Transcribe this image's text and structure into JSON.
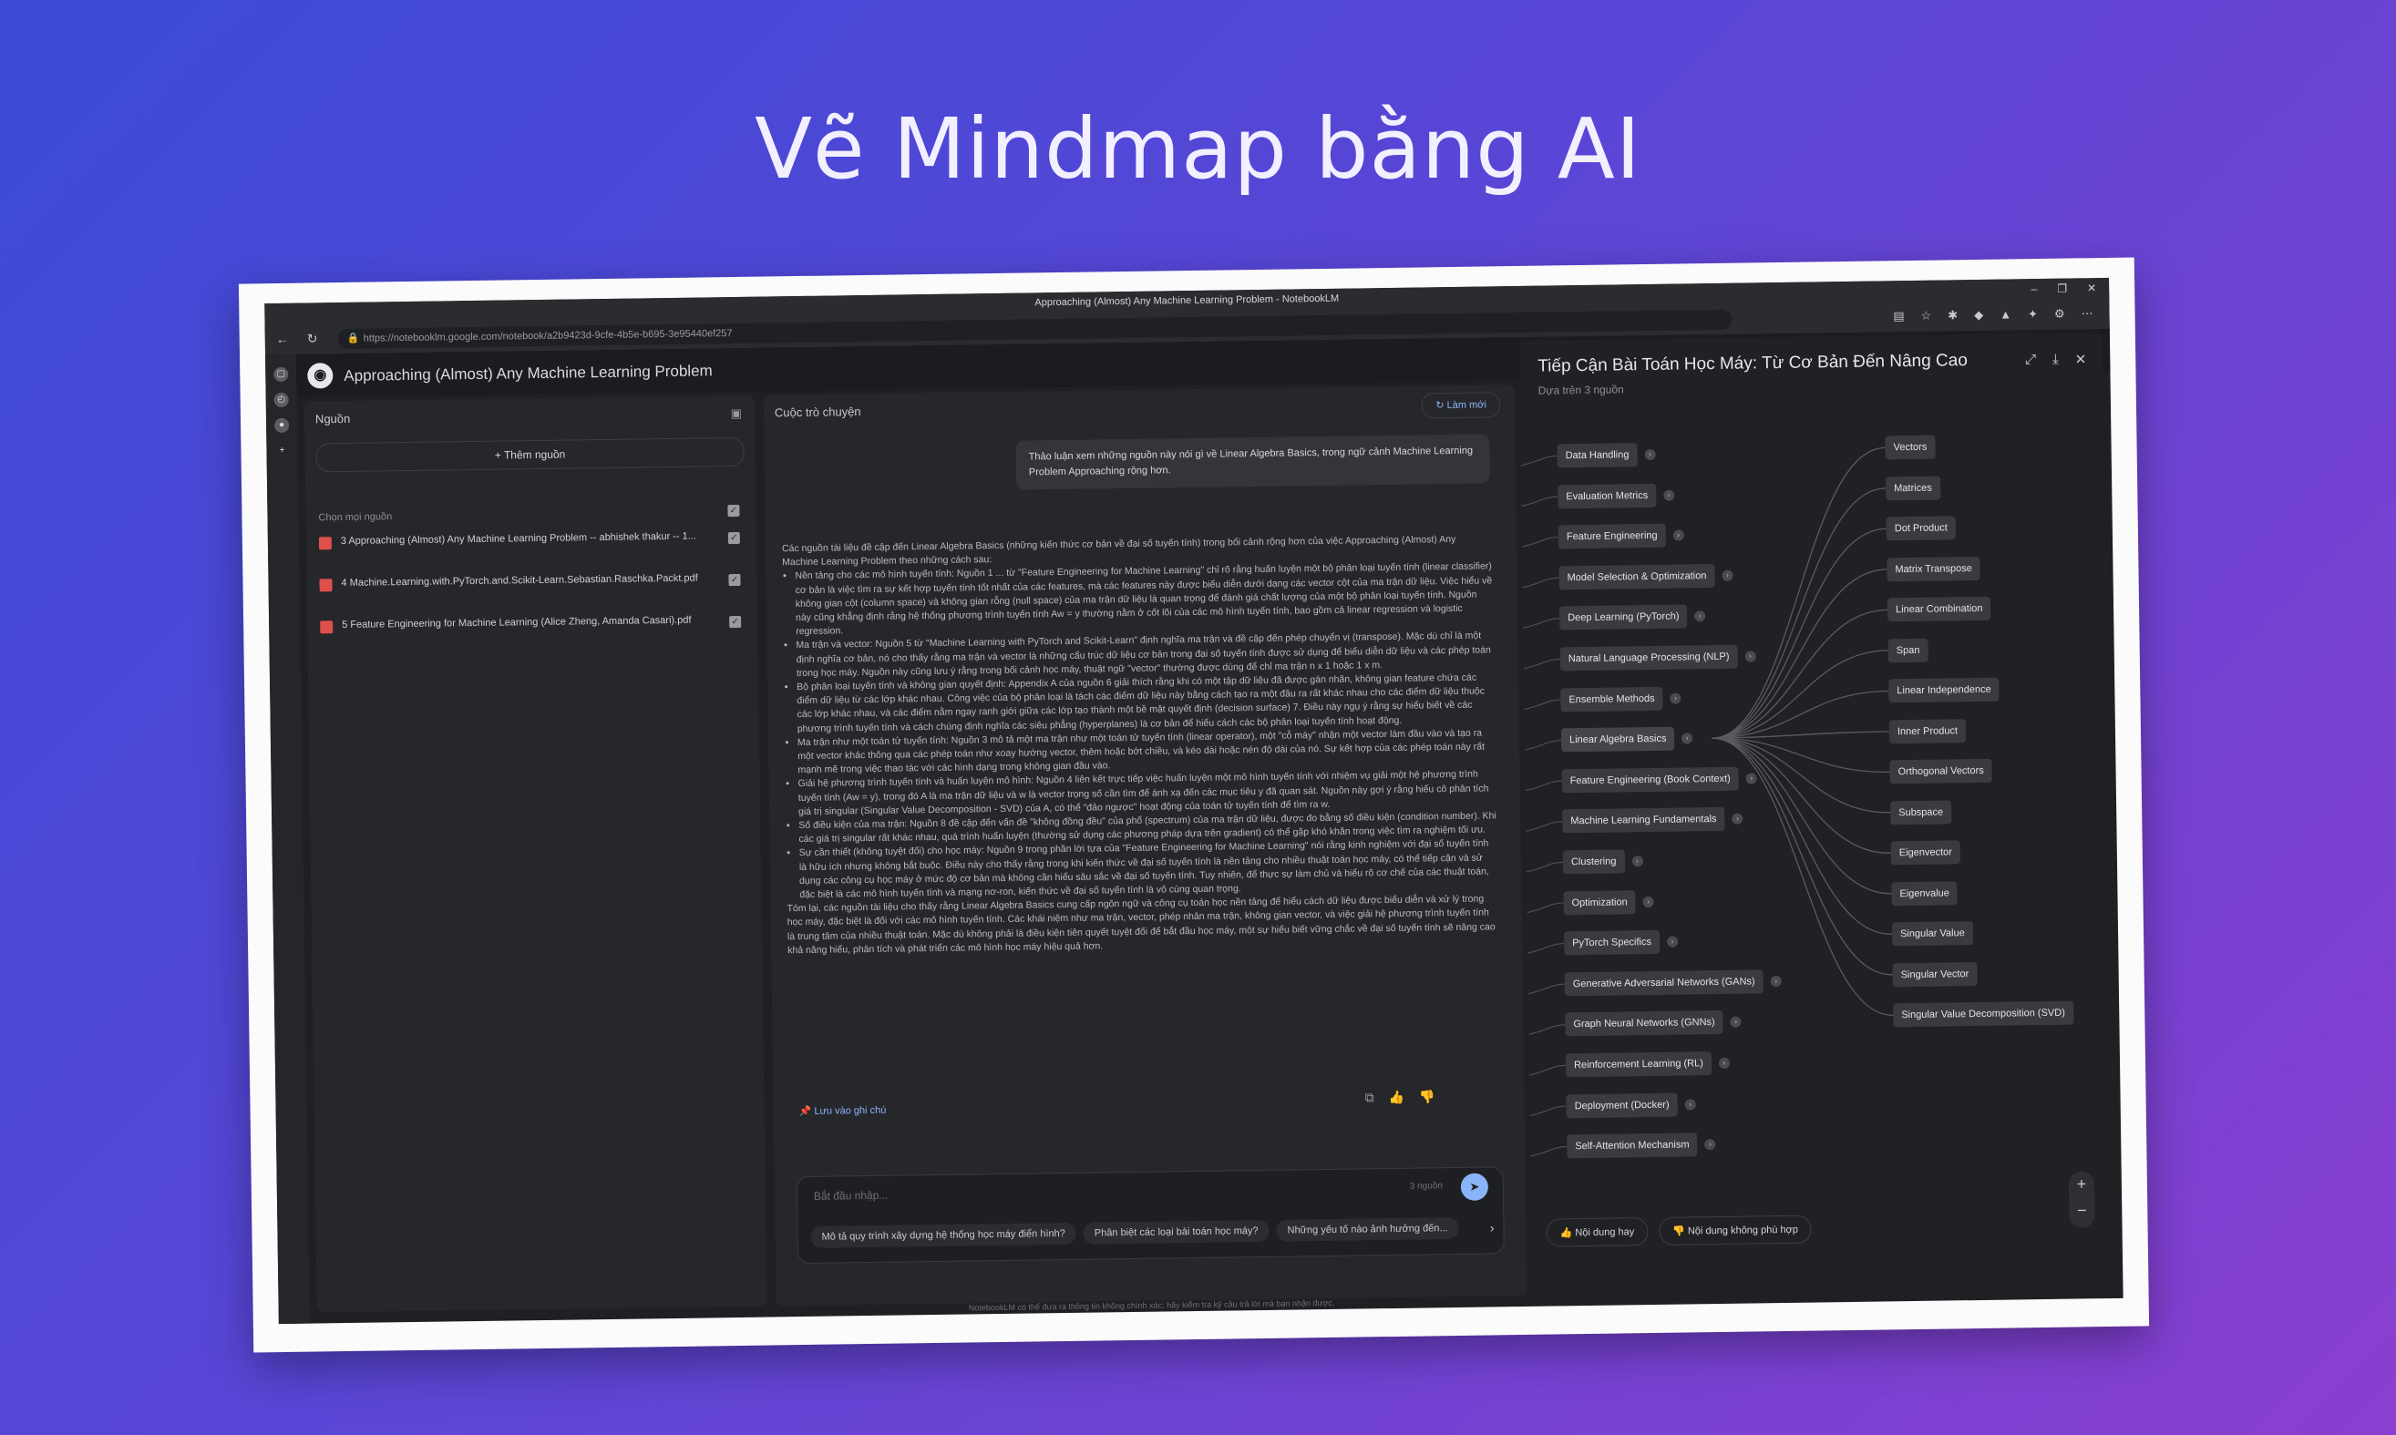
{
  "promo": {
    "title": "Vẽ Mindmap bằng AI"
  },
  "browser": {
    "tab_title": "Approaching (Almost) Any Machine Learning Problem - NotebookLM",
    "url": "https://notebooklm.google.com/notebook/a2b9423d-9cfe-4b5e-b695-3e95440ef257"
  },
  "notebook": {
    "title": "Approaching (Almost) Any Machine Learning Problem"
  },
  "sources": {
    "header": "Nguồn",
    "add_label": "+ Thêm nguồn",
    "select_all": "Chọn mọi nguồn",
    "items": [
      "3 Approaching (Almost) Any Machine Learning Problem -- abhishek thakur -- 1...",
      "4 Machine.Learning.with.PyTorch.and.Scikit-Learn.Sebastian.Raschka.Packt.pdf",
      "5 Feature Engineering for Machine Learning (Alice Zheng, Amanda Casari).pdf"
    ]
  },
  "chat": {
    "header": "Cuộc trò chuyện",
    "refresh": "Làm mới",
    "user_message": "Thảo luận xem những nguồn này nói gì về Linear Algebra Basics, trong ngữ cảnh Machine Learning Problem Approaching rộng hơn.",
    "answer_intro": "Các nguồn tài liệu đề cập đến Linear Algebra Basics (những kiến thức cơ bản về đại số tuyến tính) trong bối cảnh rộng hơn của việc Approaching (Almost) Any Machine Learning Problem theo những cách sau:",
    "answer_points": [
      "Nền tảng cho các mô hình tuyến tính: Nguồn 1 ... từ \"Feature Engineering for Machine Learning\" chỉ rõ rằng huấn luyện một bộ phân loại tuyến tính (linear classifier) cơ bản là việc tìm ra sự kết hợp tuyến tính tốt nhất của các features, mà các features này được biểu diễn dưới dạng các vector cột của ma trận dữ liệu. Việc hiểu về không gian cột (column space) và không gian rỗng (null space) của ma trận dữ liệu là quan trọng để đánh giá chất lượng của một bộ phân loại tuyến tính. Nguồn này cũng khẳng định rằng hệ thống phương trình tuyến tính Aw = y thường nằm ở cốt lõi của các mô hình tuyến tính, bao gồm cả linear regression và logistic regression.",
      "Ma trận và vector: Nguồn 5 từ \"Machine Learning with PyTorch and Scikit-Learn\" định nghĩa ma trận và đề cập đến phép chuyển vị (transpose). Mặc dù chỉ là một định nghĩa cơ bản, nó cho thấy rằng ma trận và vector là những cấu trúc dữ liệu cơ bản trong đại số tuyến tính được sử dụng để biểu diễn dữ liệu và các phép toán trong học máy. Nguồn này cũng lưu ý rằng trong bối cảnh học máy, thuật ngữ \"vector\" thường được dùng để chỉ ma trận n x 1 hoặc 1 x m.",
      "Bộ phân loại tuyến tính và không gian quyết định: Appendix A của nguồn 6 giải thích rằng khi có một tập dữ liệu đã được gán nhãn, không gian feature chứa các điểm dữ liệu từ các lớp khác nhau. Công việc của bộ phân loại là tách các điểm dữ liệu này bằng cách tạo ra một đầu ra rất khác nhau cho các điểm dữ liệu thuộc các lớp khác nhau, và các điểm nằm ngay ranh giới giữa các lớp tạo thành một bề mặt quyết định (decision surface) 7. Điều này ngụ ý rằng sự hiểu biết về các phương trình tuyến tính và cách chúng định nghĩa các siêu phẳng (hyperplanes) là cơ bản để hiểu cách các bộ phân loại tuyến tính hoạt động.",
      "Ma trận như một toán tử tuyến tính: Nguồn 3 mô tả một ma trận như một toán tử tuyến tính (linear operator), một \"cỗ máy\" nhận một vector làm đầu vào và tạo ra một vector khác thông qua các phép toán như xoay hướng vector, thêm hoặc bớt chiều, và kéo dài hoặc nén độ dài của nó. Sự kết hợp của các phép toán này rất mạnh mẽ trong việc thao tác với các hình dạng trong không gian đầu vào.",
      "Giải hệ phương trình tuyến tính và huấn luyện mô hình: Nguồn 4 liên kết trực tiếp việc huấn luyện một mô hình tuyến tính với nhiệm vụ giải một hệ phương trình tuyến tính (Aw = y), trong đó A là ma trận dữ liệu và w là vector trọng số cần tìm để ánh xạ đến các mục tiêu y đã quan sát. Nguồn này gợi ý rằng hiểu cô phân tích giá trị singular (Singular Value Decomposition - SVD) của A, có thể \"đảo ngược\" hoạt động của toán tử tuyến tính để tìm ra w.",
      "Số điều kiện của ma trận: Nguồn 8 đề cập đến vấn đề \"không đồng đều\" của phổ (spectrum) của ma trận dữ liệu, được đo bằng số điều kiện (condition number). Khi các giá trị singular rất khác nhau, quá trình huấn luyện (thường sử dụng các phương pháp dựa trên gradient) có thể gặp khó khăn trong việc tìm ra nghiệm tối ưu.",
      "Sự cần thiết (không tuyệt đối) cho học máy: Nguồn 9 trong phần lời tựa của \"Feature Engineering for Machine Learning\" nói rằng kinh nghiệm với đại số tuyến tính là hữu ích nhưng không bắt buộc. Điều này cho thấy rằng trong khi kiến thức về đại số tuyến tính là nền tảng cho nhiều thuật toán học máy, có thể tiếp cận và sử dụng các công cụ học máy ở mức độ cơ bản mà không cần hiểu sâu sắc về đại số tuyến tính. Tuy nhiên, để thực sự làm chủ và hiểu rõ cơ chế của các thuật toán, đặc biệt là các mô hình tuyến tính và mạng nơ-ron, kiến thức về đại số tuyến tính là vô cùng quan trọng."
    ],
    "answer_summary": "Tóm lại, các nguồn tài liệu cho thấy rằng Linear Algebra Basics cung cấp ngôn ngữ và công cụ toán học nền tảng để hiểu cách dữ liệu được biểu diễn và xử lý trong học máy, đặc biệt là đối với các mô hình tuyến tính. Các khái niệm như ma trận, vector, phép nhân ma trận, không gian vector, và việc giải hệ phương trình tuyến tính là trung tâm của nhiều thuật toán. Mặc dù không phải là điều kiện tiên quyết tuyệt đối để bắt đầu học máy, một sự hiểu biết vững chắc về đại số tuyến tính sẽ nâng cao khả năng hiểu, phân tích và phát triển các mô hình học máy hiệu quả hơn.",
    "save_note": "Lưu vào ghi chú",
    "input_placeholder": "Bắt đầu nhập...",
    "source_count": "3 nguồn",
    "suggestions": [
      "Mô tả quy trình xây dựng hệ thống học máy điển hình?",
      "Phân biệt các loại bài toán học máy?",
      "Những yếu tố nào ảnh hưởng đến..."
    ],
    "footnote": "NotebookLM có thể đưa ra thông tin không chính xác; hãy kiểm tra kỹ câu trả lời mà bạn nhận được."
  },
  "mindmap": {
    "title": "Tiếp Cận Bài Toán Học Máy: Từ Cơ Bản Đến Nâng Cao",
    "subtitle": "Dựa trên 3 nguồn",
    "root": "Linear Algebra Basics",
    "left_nodes": [
      "Data Handling",
      "Evaluation Metrics",
      "Feature Engineering",
      "Model Selection & Optimization",
      "Deep Learning (PyTorch)",
      "Natural Language Processing (NLP)",
      "Ensemble Methods",
      "Linear Algebra Basics",
      "Feature Engineering (Book Context)",
      "Machine Learning Fundamentals",
      "Clustering",
      "Optimization",
      "PyTorch Specifics",
      "Generative Adversarial Networks (GANs)",
      "Graph Neural Networks (GNNs)",
      "Reinforcement Learning (RL)",
      "Deployment (Docker)",
      "Self-Attention Mechanism"
    ],
    "right_nodes": [
      "Vectors",
      "Matrices",
      "Dot Product",
      "Matrix Transpose",
      "Linear Combination",
      "Span",
      "Linear Independence",
      "Inner Product",
      "Orthogonal Vectors",
      "Subspace",
      "Eigenvector",
      "Eigenvalue",
      "Singular Value",
      "Singular Vector",
      "Singular Value Decomposition (SVD)"
    ],
    "feedback_good": "Nội dung hay",
    "feedback_bad": "Nội dung không phù hợp"
  }
}
